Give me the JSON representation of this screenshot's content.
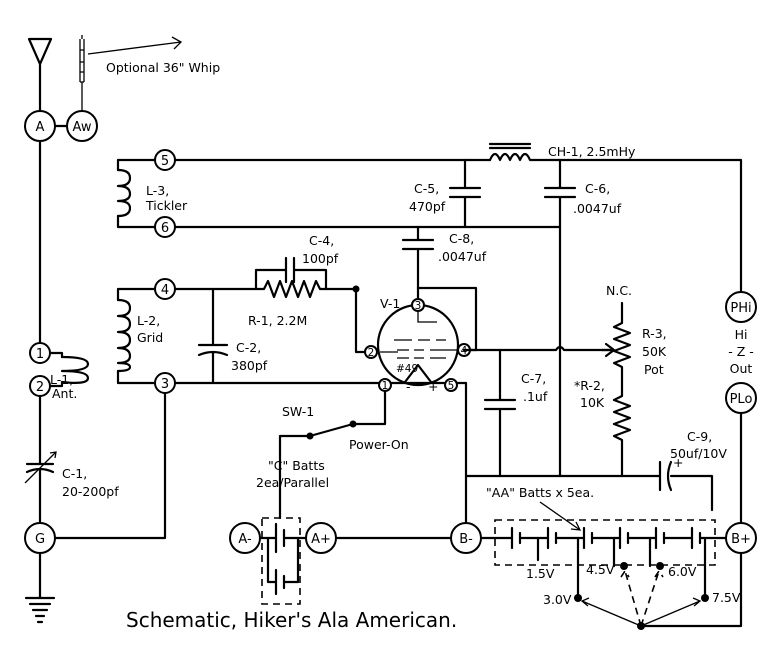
{
  "title": "Schematic, Hiker's Ala American.",
  "terminals": {
    "t1": "1",
    "t2": "2",
    "t3": "3",
    "t4": "4",
    "t5": "5",
    "t6": "6",
    "A": "A",
    "Aw": "Aw",
    "G": "G",
    "A_batt_minus": "A-",
    "A_batt_plus": "A+",
    "B_minus": "B-",
    "B_plus": "B+",
    "P_hi": "PHi",
    "P_lo": "PLo"
  },
  "labels": {
    "whip": "Optional 36\" Whip",
    "ch1": "CH-1, 2.5mHy",
    "c5_name": "C-5,",
    "c5_val": "470pf",
    "c6_name": "C-6,",
    "c6_val": ".0047uf",
    "c8_name": "C-8,",
    "c8_val": ".0047uf",
    "c4_name": "C-4,",
    "c4_val": "100pf",
    "r1": "R-1, 2.2M",
    "l3_name": "L-3,",
    "l3_val": "Tickler",
    "l2_name": "L-2,",
    "l2_val": "Grid",
    "c2_name": "C-2,",
    "c2_val": "380pf",
    "l1_name": "L-1,",
    "l1_val": "Ant.",
    "v1": "V-1",
    "tube": "#49",
    "pin1": "1",
    "pin2": "2",
    "pin3": "3",
    "pin4": "4",
    "pin5": "5",
    "pin_minus": "-",
    "pin_plus": "+",
    "nc": "N.C.",
    "r3_name": "R-3,",
    "r3_val": "50K",
    "r3_type": "Pot",
    "hiz_1": "Hi",
    "hiz_2": "- Z -",
    "hiz_3": "Out",
    "c7_name": "C-7,",
    "c7_val": ".1uf",
    "r2_name": "*R-2,",
    "r2_val": "10K",
    "c9_name": "C-9,",
    "c9_val": "50uf/10V",
    "sw1": "SW-1",
    "power_on": "Power-On",
    "c_batts_1": "\"C\" Batts",
    "c_batts_2": "2ea/Parallel",
    "aa_batts": "\"AA\" Batts x 5ea.",
    "c1_name": "C-1,",
    "c1_val": "20-200pf",
    "v15": "1.5V",
    "v30": "3.0V",
    "v45": "4.5V",
    "v60": "6.0V",
    "v75": "7.5V"
  }
}
